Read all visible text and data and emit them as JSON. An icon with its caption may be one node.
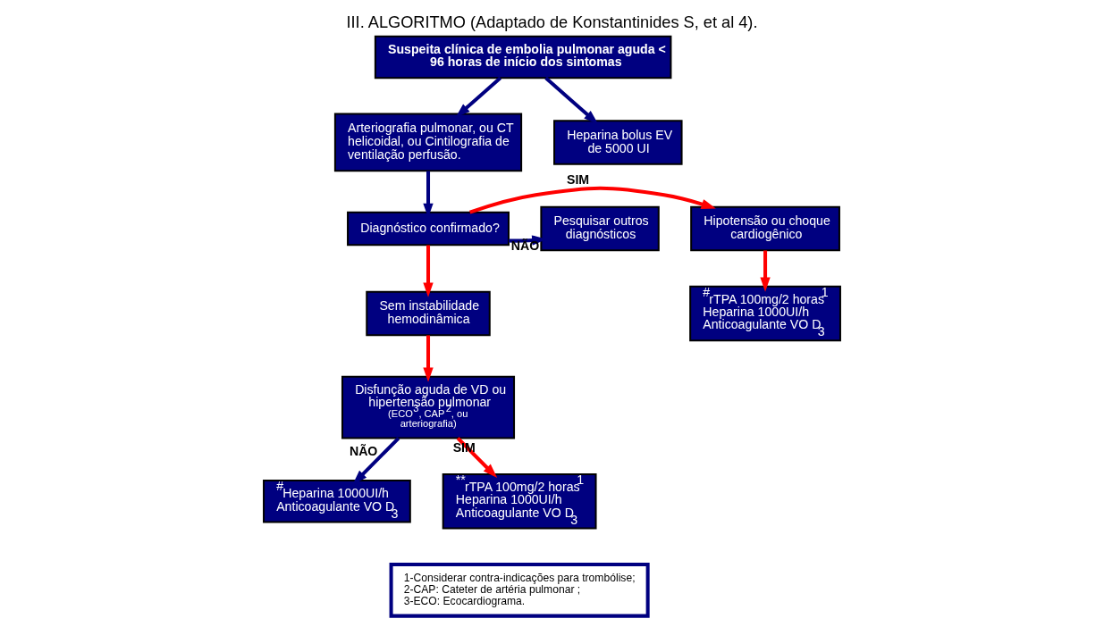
{
  "diagram": {
    "title": "III. ALGORITMO (Adaptado de Konstantinides S, et al 4).",
    "nodes": [
      {
        "text": [
          "Suspeita clínica de embolia pulmonar aguda < 96 horas de início dos sintomas"
        ]
      },
      {
        "text": [
          "Arteriografia pulmonar, ou CT helicoidal, ou Cintilografia de ventilação perfusão."
        ]
      },
      {
        "text": [
          "Heparina bolus EV de 5000 UI"
        ]
      },
      {
        "text": [
          "Hipotensão ou choque cardiogênico"
        ]
      },
      {
        "text": [
          "Pesquisar outros diagnósticos"
        ]
      },
      {
        "text": [
          "Diagnóstico confirmado?"
        ]
      },
      {
        "text": [
          "$^{#}$rTPA 100mg/2 horas$^{1}$ Heparina 1000UI/h Anticoagulante VO D$_{3}$"
        ]
      },
      {
        "text": [
          "$^{#}$Heparina 1000UI/h Anticoagulante VO D$_{3}$"
        ]
      },
      {
        "text": [
          "Disfunção aguda de VD ou hipertensão pulmonar",
          "(ECO$^{3}$, CAP$^{2}$, ou arteriografia)"
        ]
      },
      {
        "text": [
          "Sem instabilidade hemodinâmica"
        ]
      },
      {
        "text": [
          "$^{**}$rTPA 100mg/2 horas$^{1}$ Heparina 1000UI/h Anticoagulante VO D$_{3}$"
        ]
      },
      {
        "text": [
          "1-Considerar contra-indicações para trombólise;",
          "2-CAP: Cateter de artéria pulmonar ;",
          "3-ECO: Ecocardiograma."
        ]
      }
    ],
    "edges": [
      {
        "from": 0,
        "to": 1,
        "arrow": "to",
        "color": "#000080"
      },
      {
        "from": 0,
        "to": 2,
        "arrow": "to",
        "color": "#000080"
      },
      {
        "from": 1,
        "to": 5,
        "arrow": "to",
        "color": "#000080"
      },
      {
        "from": 5,
        "to": 4,
        "arrow": "to",
        "label": "NÃO",
        "color": "#000080"
      },
      {
        "from": 5,
        "to": 3,
        "arrow": "to",
        "label": "SIM",
        "color": "#ff0000"
      },
      {
        "from": 5,
        "to": 9,
        "arrow": "to",
        "color": "#ff0000"
      },
      {
        "from": 3,
        "to": 6,
        "arrow": "to",
        "color": "#ff0000"
      },
      {
        "from": 9,
        "to": 8,
        "arrow": "to",
        "color": "#ff0000"
      },
      {
        "from": 8,
        "to": 7,
        "arrow": "to",
        "label": "NÃO",
        "color": "#000080"
      },
      {
        "from": 8,
        "to": 10,
        "arrow": "to",
        "label": "SIM",
        "color": "#ff0000"
      }
    ]
  }
}
